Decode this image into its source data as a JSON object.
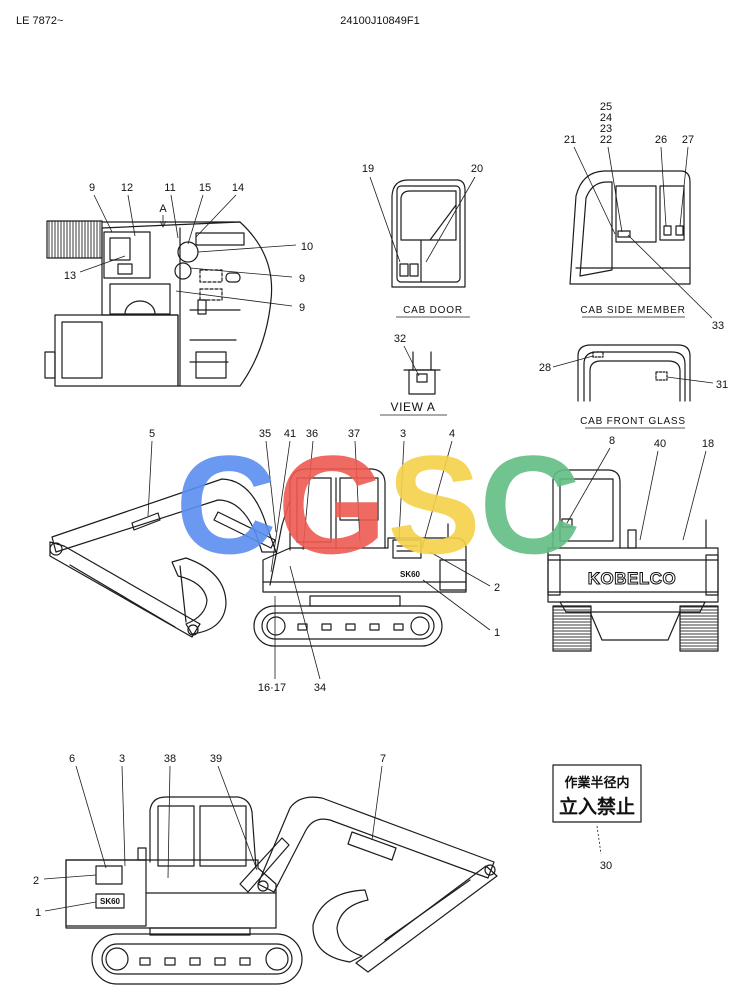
{
  "header": {
    "serial_range": "LE 7872~",
    "drawing_number": "24100J10849F1"
  },
  "watermark": {
    "letters": [
      "C",
      "G",
      "S",
      "C"
    ],
    "colors": [
      "#5b8ff0",
      "#ee5a52",
      "#f5d24a",
      "#62bd84"
    ]
  },
  "top_view": {
    "view_marker": "A",
    "callouts_top": [
      "9",
      "12",
      "11",
      "15",
      "14"
    ],
    "callouts_right": [
      "10",
      "9",
      "9"
    ],
    "callouts_left": [
      "13"
    ]
  },
  "cab_door": {
    "label": "CAB DOOR",
    "callouts": [
      "19",
      "20"
    ]
  },
  "cab_side_member": {
    "label": "CAB SIDE MEMBER",
    "callouts_stack": [
      "25",
      "24",
      "23",
      "22"
    ],
    "callouts": [
      "21",
      "26",
      "27",
      "33"
    ]
  },
  "view_a": {
    "label": "VIEW A",
    "callouts": [
      "32"
    ]
  },
  "cab_front_glass": {
    "label": "CAB FRONT GLASS",
    "callouts": [
      "28",
      "31"
    ]
  },
  "side_view_left": {
    "callouts_top": [
      "5",
      "35",
      "41",
      "36",
      "37",
      "3",
      "4"
    ],
    "callouts_right": [
      "2",
      "1"
    ],
    "callouts_bottom": [
      "16·17",
      "34"
    ],
    "model_decal": "SK60"
  },
  "rear_view": {
    "callouts": [
      "8",
      "40",
      "18"
    ],
    "brand_decal": "KOBELCO"
  },
  "side_view_right": {
    "callouts_top": [
      "6",
      "3",
      "38",
      "39",
      "7"
    ],
    "callouts_left": [
      "2",
      "1"
    ],
    "model_decal": "SK60"
  },
  "warning_sign": {
    "line_1": "作業半径内",
    "line_2": "立入禁止",
    "callout": "30"
  }
}
